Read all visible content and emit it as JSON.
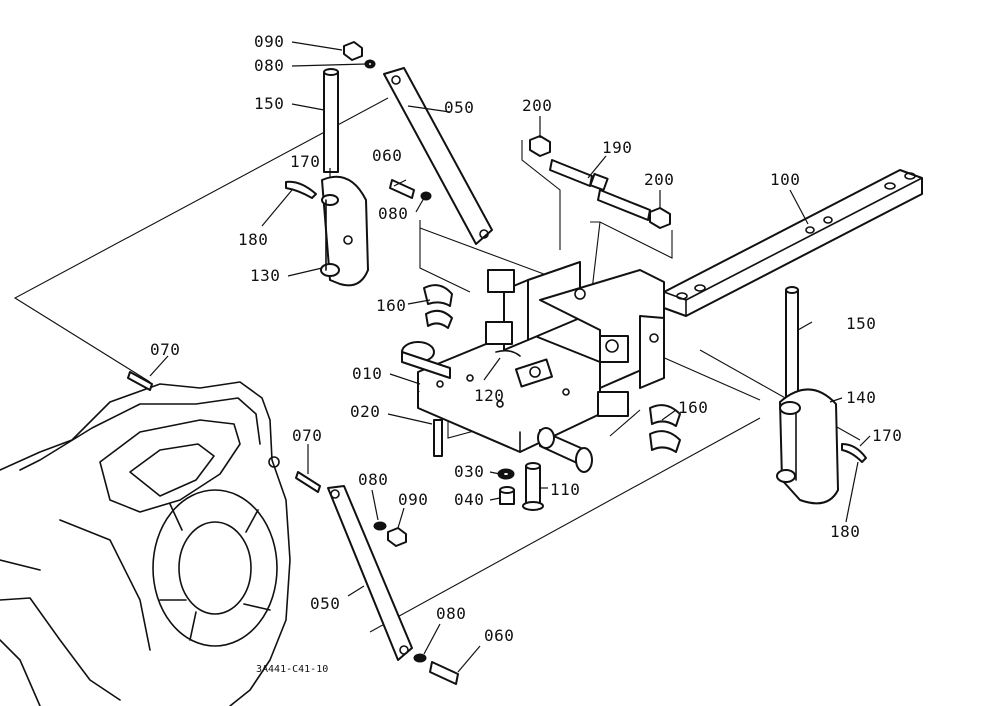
{
  "diagram": {
    "drawing_code": "3A441-C41-10",
    "labels": {
      "l090a": "090",
      "l080a": "080",
      "l150a": "150",
      "l170a": "170",
      "l180a": "180",
      "l130": "130",
      "l050a": "050",
      "l060a": "060",
      "l080b": "080",
      "l200a": "200",
      "l190": "190",
      "l200b": "200",
      "l100": "100",
      "l160a": "160",
      "l070a": "070",
      "l010": "010",
      "l120": "120",
      "l020": "020",
      "l150b": "150",
      "l140": "140",
      "l170b": "170",
      "l180b": "180",
      "l160b": "160",
      "l030": "030",
      "l040": "040",
      "l110": "110",
      "l070b": "070",
      "l080c": "080",
      "l090b": "090",
      "l050b": "050",
      "l080d": "080",
      "l060b": "060"
    }
  }
}
